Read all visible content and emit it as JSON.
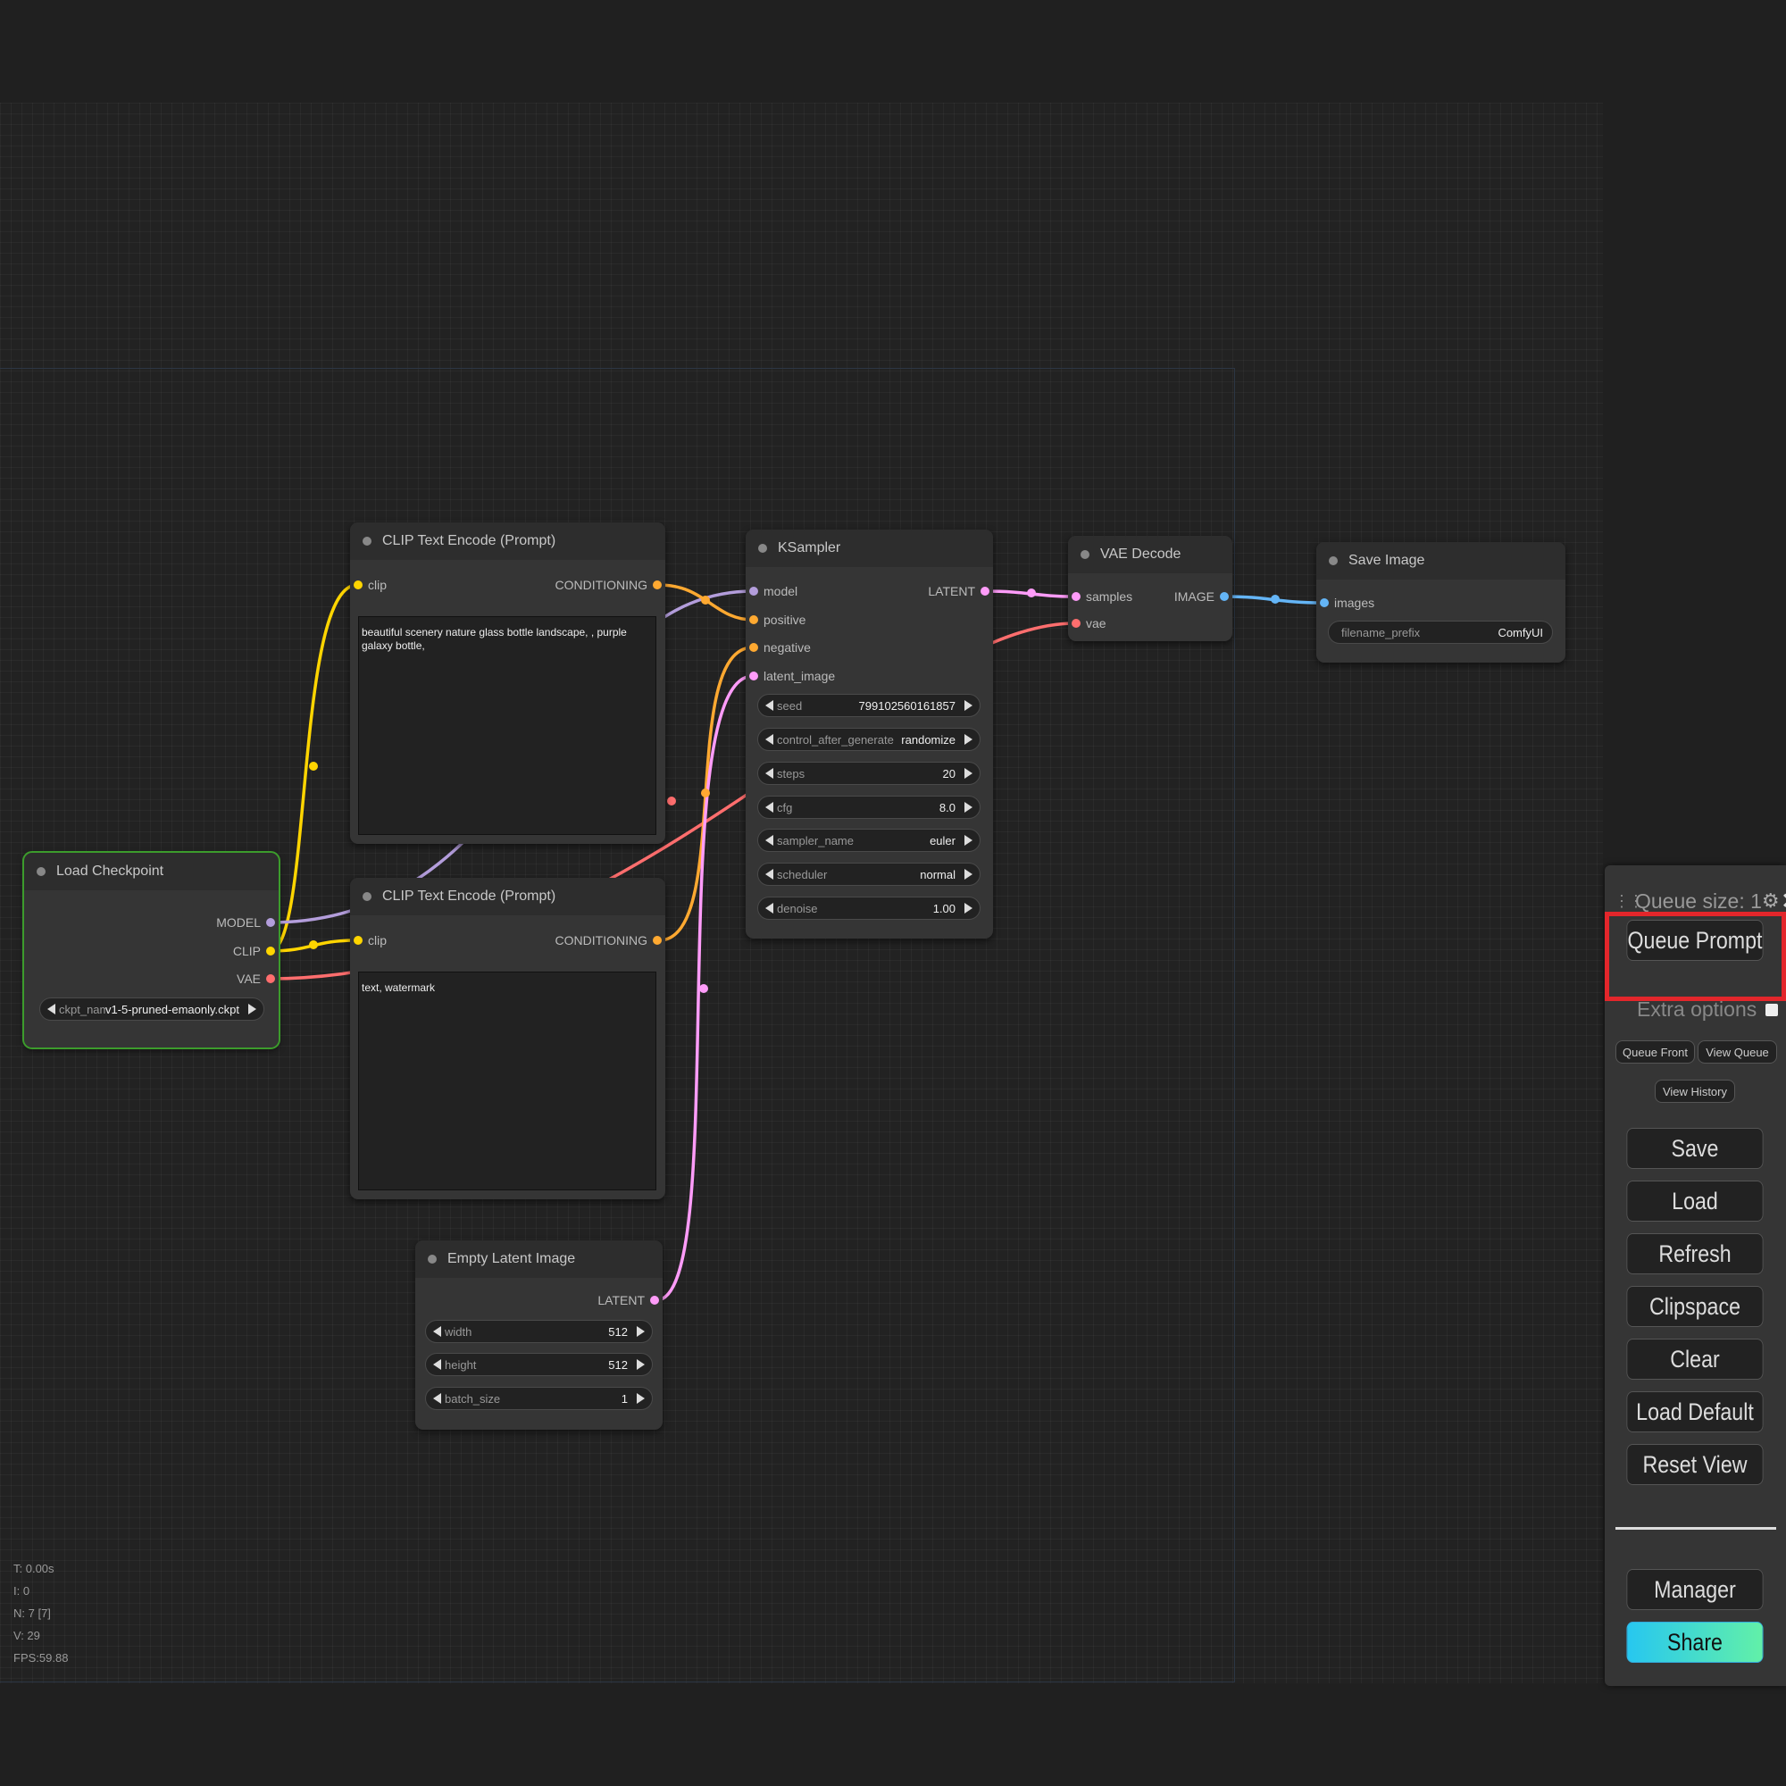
{
  "nodes": {
    "load_checkpoint": {
      "title": "Load Checkpoint",
      "outputs": [
        "MODEL",
        "CLIP",
        "VAE"
      ],
      "widgets": [
        {
          "label": "ckpt_name",
          "value": "v1-5-pruned-emaonly.ckpt"
        }
      ]
    },
    "clip_positive": {
      "title": "CLIP Text Encode (Prompt)",
      "input": "clip",
      "output": "CONDITIONING",
      "text": "beautiful scenery nature glass bottle landscape, , purple galaxy bottle,"
    },
    "clip_negative": {
      "title": "CLIP Text Encode (Prompt)",
      "input": "clip",
      "output": "CONDITIONING",
      "text": "text, watermark"
    },
    "empty_latent": {
      "title": "Empty Latent Image",
      "output": "LATENT",
      "widgets": [
        {
          "label": "width",
          "value": "512"
        },
        {
          "label": "height",
          "value": "512"
        },
        {
          "label": "batch_size",
          "value": "1"
        }
      ]
    },
    "ksampler": {
      "title": "KSampler",
      "inputs": [
        "model",
        "positive",
        "negative",
        "latent_image"
      ],
      "output": "LATENT",
      "widgets": [
        {
          "label": "seed",
          "value": "799102560161857"
        },
        {
          "label": "control_after_generate",
          "value": "randomize"
        },
        {
          "label": "steps",
          "value": "20"
        },
        {
          "label": "cfg",
          "value": "8.0"
        },
        {
          "label": "sampler_name",
          "value": "euler"
        },
        {
          "label": "scheduler",
          "value": "normal"
        },
        {
          "label": "denoise",
          "value": "1.00"
        }
      ]
    },
    "vae_decode": {
      "title": "VAE Decode",
      "inputs": [
        "samples",
        "vae"
      ],
      "output": "IMAGE"
    },
    "save_image": {
      "title": "Save Image",
      "input": "images",
      "widgets": [
        {
          "label": "filename_prefix",
          "value": "ComfyUI"
        }
      ]
    }
  },
  "stats": [
    "T: 0.00s",
    "I: 0",
    "N: 7 [7]",
    "V: 29",
    "FPS:59.88"
  ],
  "menu": {
    "queue_size": "Queue size: 1",
    "queue_prompt": "Queue Prompt",
    "extra_options": "Extra options",
    "queue_front": "Queue Front",
    "view_queue": "View Queue",
    "view_history": "View History",
    "save": "Save",
    "load": "Load",
    "refresh": "Refresh",
    "clipspace": "Clipspace",
    "clear": "Clear",
    "load_default": "Load Default",
    "reset_view": "Reset View",
    "manager": "Manager",
    "share": "Share"
  },
  "colors": {
    "model": "#b39ddb",
    "clip": "#ffd500",
    "vae": "#ff6e6e",
    "conditioning": "#ffa931",
    "latent": "#ff9cf9",
    "image": "#64b5f6",
    "highlight": "#e3262b"
  }
}
